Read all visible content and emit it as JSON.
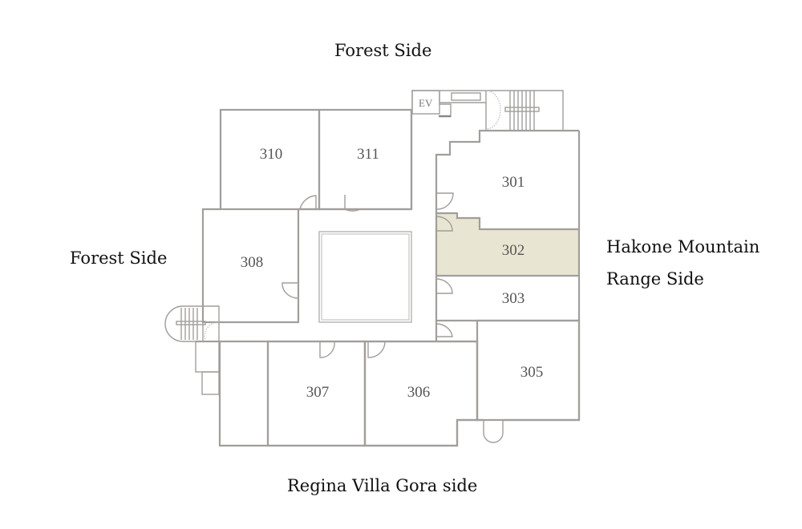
{
  "orientation_labels": {
    "top": "Forest Side",
    "left": "Forest Side",
    "right_line1": "Hakone Mountain",
    "right_line2": "Range Side",
    "bottom": "Regina Villa Gora side"
  },
  "colors": {
    "wall": "#a19e9b",
    "highlight": "#e8e6d2",
    "text": "#111111",
    "room_number": "#555555"
  },
  "elevator": {
    "label": "EV",
    "icon": "elevator-icon"
  },
  "highlighted_room": "302",
  "rooms": [
    {
      "id": "310",
      "label": "310"
    },
    {
      "id": "311",
      "label": "311"
    },
    {
      "id": "301",
      "label": "301"
    },
    {
      "id": "302",
      "label": "302",
      "highlighted": true
    },
    {
      "id": "303",
      "label": "303"
    },
    {
      "id": "305",
      "label": "305"
    },
    {
      "id": "306",
      "label": "306"
    },
    {
      "id": "307",
      "label": "307"
    },
    {
      "id": "308",
      "label": "308"
    }
  ]
}
